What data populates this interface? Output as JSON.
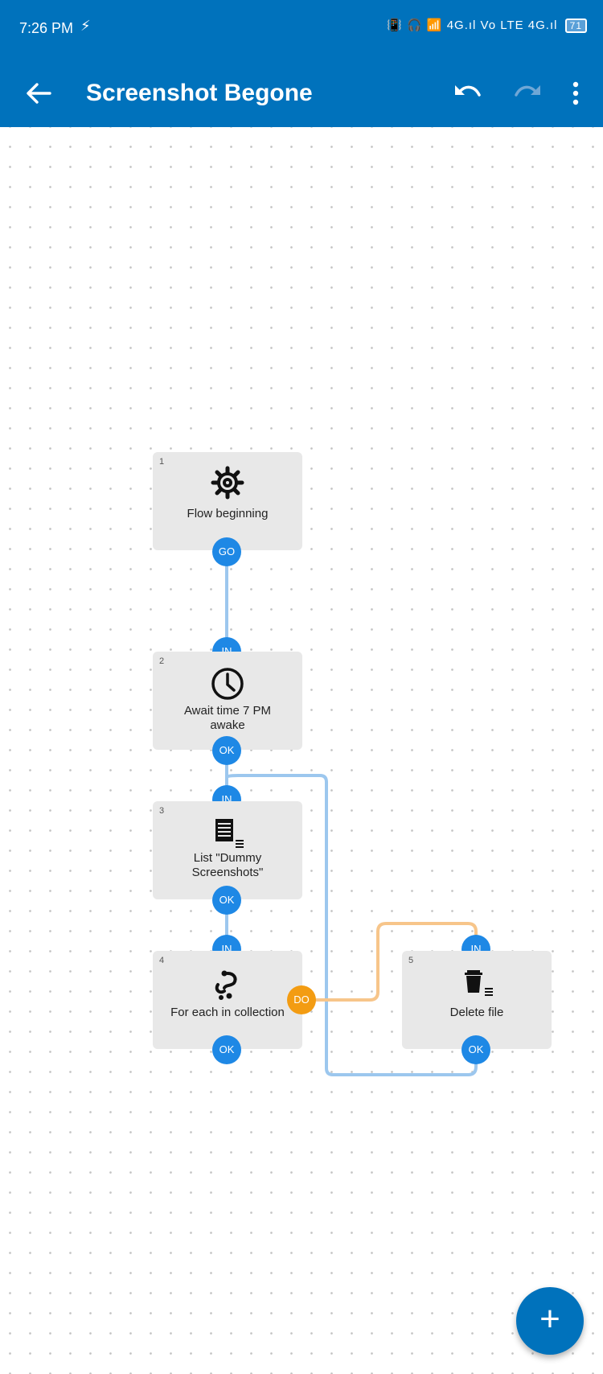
{
  "status_bar": {
    "time": "7:26 PM",
    "bolt": "⚡",
    "signal_text": "📳 🎧 📶 4G.ıl Vo LTE 4G.ıl",
    "battery": "71"
  },
  "toolbar": {
    "title": "Screenshot Begone"
  },
  "nodes": [
    {
      "num": "1",
      "label": "Flow beginning",
      "icon": "gear-icon"
    },
    {
      "num": "2",
      "label": "Await time 7 PM awake",
      "icon": "clock-icon"
    },
    {
      "num": "3",
      "label": "List \"Dummy Screenshots\"",
      "icon": "list-icon"
    },
    {
      "num": "4",
      "label": "For each in collection",
      "icon": "loop-icon"
    },
    {
      "num": "5",
      "label": "Delete file",
      "icon": "trash-icon"
    }
  ],
  "ports": {
    "go": "GO",
    "in": "IN",
    "ok": "OK",
    "do": "DO"
  },
  "fab_label": "+",
  "colors": {
    "accent": "#0072bc",
    "port_blue": "#1e88e5",
    "port_orange": "#f39c12",
    "wire_blue": "#9cc7ee",
    "wire_orange": "#f7c58a"
  }
}
